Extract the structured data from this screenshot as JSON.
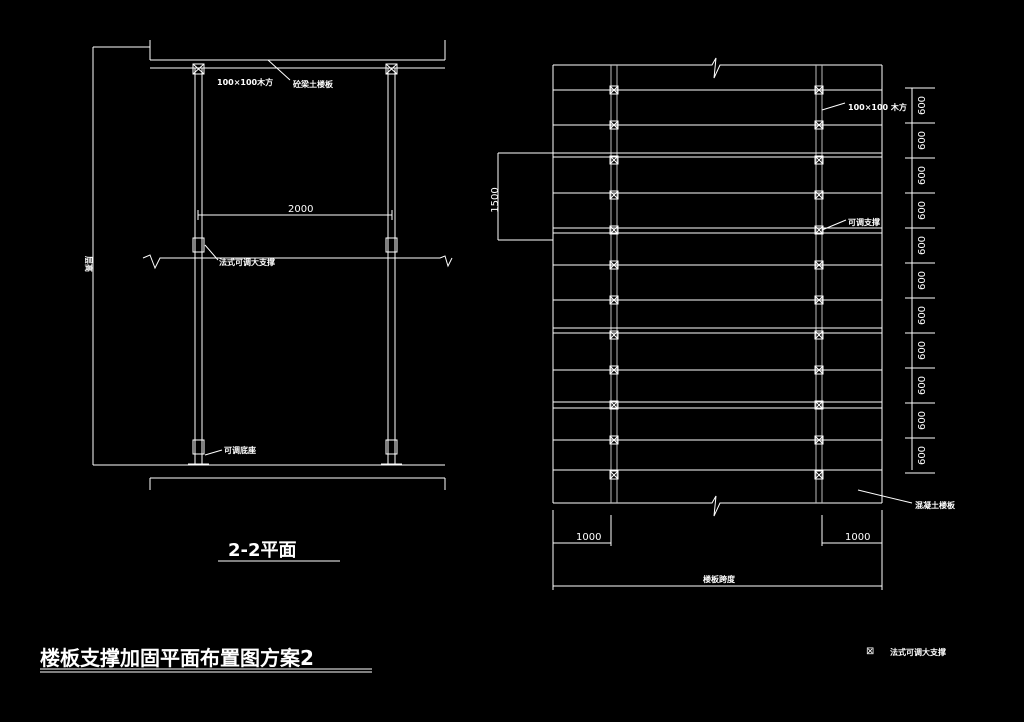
{
  "left_view": {
    "label_timber": "100×100木方",
    "label_slab": "砼梁土楼板",
    "label_span": "2000",
    "label_brace": "法式可调大支撑",
    "label_base": "可调底座",
    "label_height": "层高",
    "caption": "2-2平面"
  },
  "right_view": {
    "label_timber": "100×100 木方",
    "label_brace": "可调支撑",
    "label_slab": "混凝土楼板",
    "label_1500": "1500",
    "spacing_labels": [
      "600",
      "600",
      "600",
      "600",
      "600",
      "600",
      "600",
      "600",
      "600",
      "600",
      "600"
    ],
    "dim_left": "1000",
    "dim_right": "1000",
    "dim_total": "楼板跨度"
  },
  "legend": {
    "symbol": "⊠",
    "text": "法式可调大支撑"
  },
  "title": "楼板支撑加固平面布置图方案2"
}
